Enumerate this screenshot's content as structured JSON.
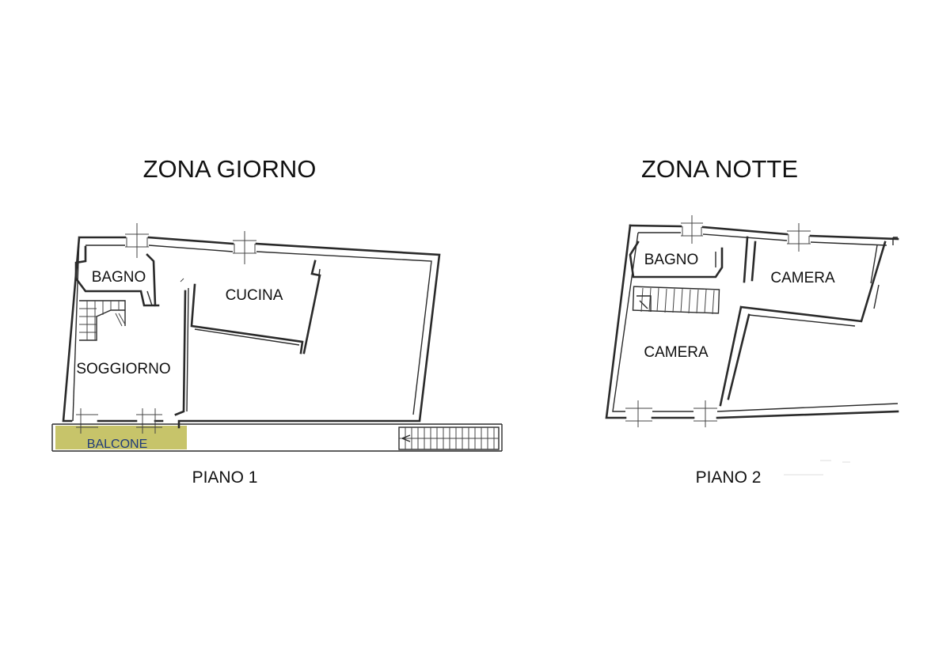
{
  "colors": {
    "balcony_fill": "#c7c46a",
    "balcony_text": "#1f3a7a",
    "line": "#2a2a2a"
  },
  "plans": [
    {
      "heading": "ZONA GIORNO",
      "caption": "PIANO 1",
      "rooms": {
        "bagno": "BAGNO",
        "cucina": "CUCINA",
        "soggiorno": "SOGGIORNO",
        "balcone": "BALCONE"
      }
    },
    {
      "heading": "ZONA NOTTE",
      "caption": "PIANO 2",
      "rooms": {
        "bagno": "BAGNO",
        "camera_1": "CAMERA",
        "camera_2": "CAMERA"
      }
    }
  ]
}
